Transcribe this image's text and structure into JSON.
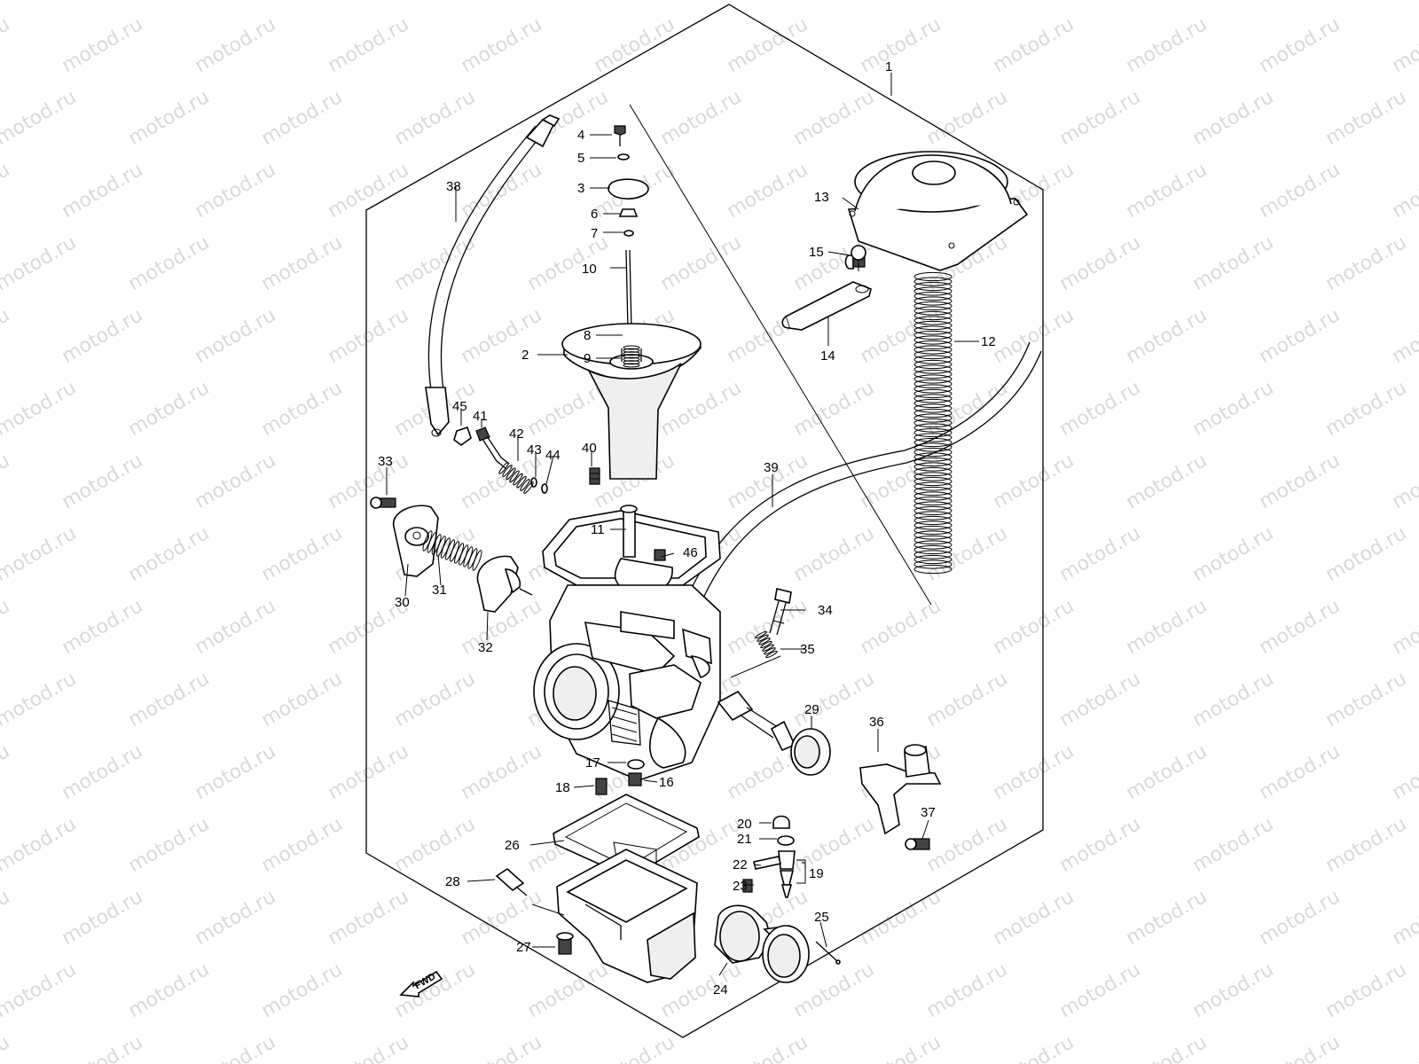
{
  "watermark": "motod.ru",
  "fwd_label": "FWD",
  "callouts": {
    "c1": "1",
    "c2": "2",
    "c3": "3",
    "c4": "4",
    "c5": "5",
    "c6": "6",
    "c7": "7",
    "c8": "8",
    "c9": "9",
    "c10": "10",
    "c11": "11",
    "c12": "12",
    "c13": "13",
    "c14": "14",
    "c15": "15",
    "c16": "16",
    "c17": "17",
    "c18": "18",
    "c19": "19",
    "c20": "20",
    "c21": "21",
    "c22": "22",
    "c23": "23",
    "c24": "24",
    "c25": "25",
    "c26": "26",
    "c27": "27",
    "c28": "28",
    "c29": "29",
    "c30": "30",
    "c31": "31",
    "c32": "32",
    "c33": "33",
    "c34": "34",
    "c35": "35",
    "c36": "36",
    "c37": "37",
    "c38": "38",
    "c39": "39",
    "c40": "40",
    "c41": "41",
    "c42": "42",
    "c43": "43",
    "c44": "44",
    "c45": "45",
    "c46": "46"
  }
}
